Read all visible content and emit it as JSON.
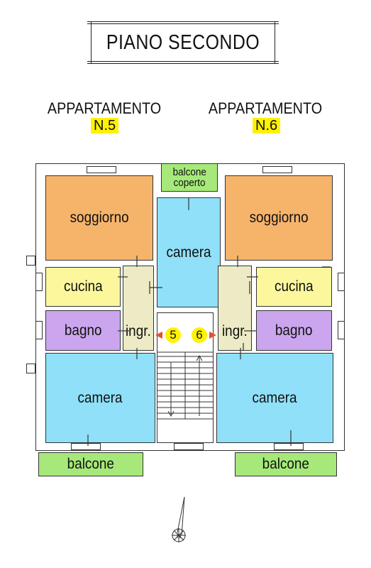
{
  "title": "PIANO SECONDO",
  "apartments": [
    {
      "label": "APPARTAMENTO",
      "number": "N.5",
      "marker": "5"
    },
    {
      "label": "APPARTAMENTO",
      "number": "N.6",
      "marker": "6"
    }
  ],
  "rooms": {
    "apt5_soggiorno": "soggiorno",
    "apt5_cucina": "cucina",
    "apt5_bagno": "bagno",
    "apt5_ingresso": "ingr.",
    "apt5_camera": "camera",
    "apt5_balcone": "balcone",
    "central_camera": "camera",
    "balcone_coperto_line1": "balcone",
    "balcone_coperto_line2": "coperto",
    "apt6_soggiorno": "soggiorno",
    "apt6_cucina": "cucina",
    "apt6_bagno": "bagno",
    "apt6_ingresso": "ingr.",
    "apt6_camera": "camera",
    "apt6_balcone": "balcone"
  },
  "colors": {
    "soggiorno": "#f6b46b",
    "camera": "#8fe0f8",
    "cucina": "#fcf79d",
    "bagno": "#cba6ee",
    "ingresso": "#ecebc5",
    "balcone": "#a6e97a",
    "apartment_number_highlight": "#fff200",
    "entrance_arrow": "#e8502a"
  },
  "icons": {
    "north_arrow": "compass-north-icon"
  }
}
